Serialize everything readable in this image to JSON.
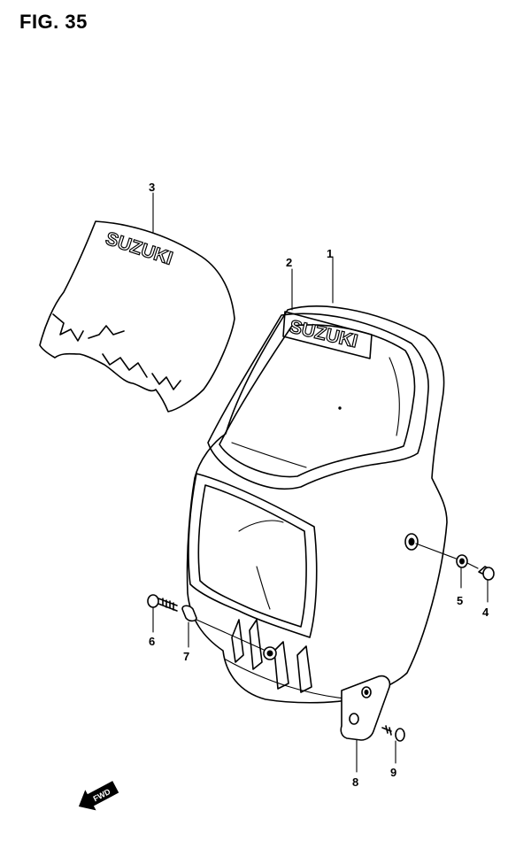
{
  "figure": {
    "title": "FIG. 35"
  },
  "logo_text": "SUZUKI",
  "callouts": [
    {
      "id": "1",
      "label": "1"
    },
    {
      "id": "2",
      "label": "2"
    },
    {
      "id": "3",
      "label": "3"
    },
    {
      "id": "4",
      "label": "4"
    },
    {
      "id": "5",
      "label": "5"
    },
    {
      "id": "6",
      "label": "6"
    },
    {
      "id": "7",
      "label": "7"
    },
    {
      "id": "8",
      "label": "8"
    },
    {
      "id": "9",
      "label": "9"
    }
  ],
  "direction_tag": "FWD"
}
